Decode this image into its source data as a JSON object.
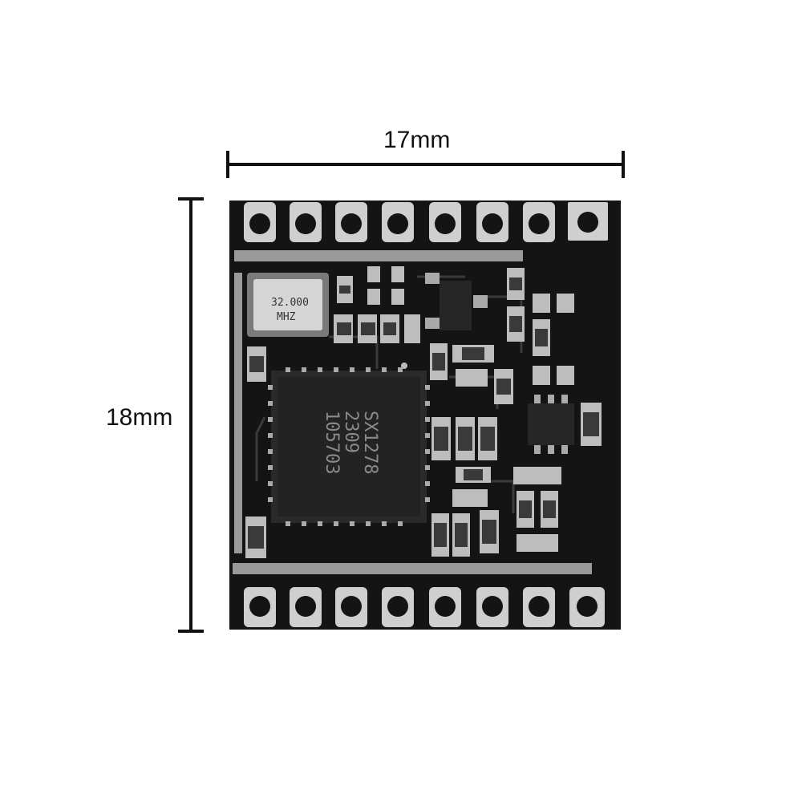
{
  "dimensions": {
    "width_label": "17mm",
    "height_label": "18mm"
  },
  "crystal": {
    "line1": "32.000",
    "line2": "MHZ"
  },
  "main_chip": {
    "line1": "SX1278",
    "line2": "2309",
    "line3": "105703"
  },
  "colors": {
    "board": "#141414",
    "pad": "#c8c8c8",
    "dimension_line": "#111111"
  }
}
